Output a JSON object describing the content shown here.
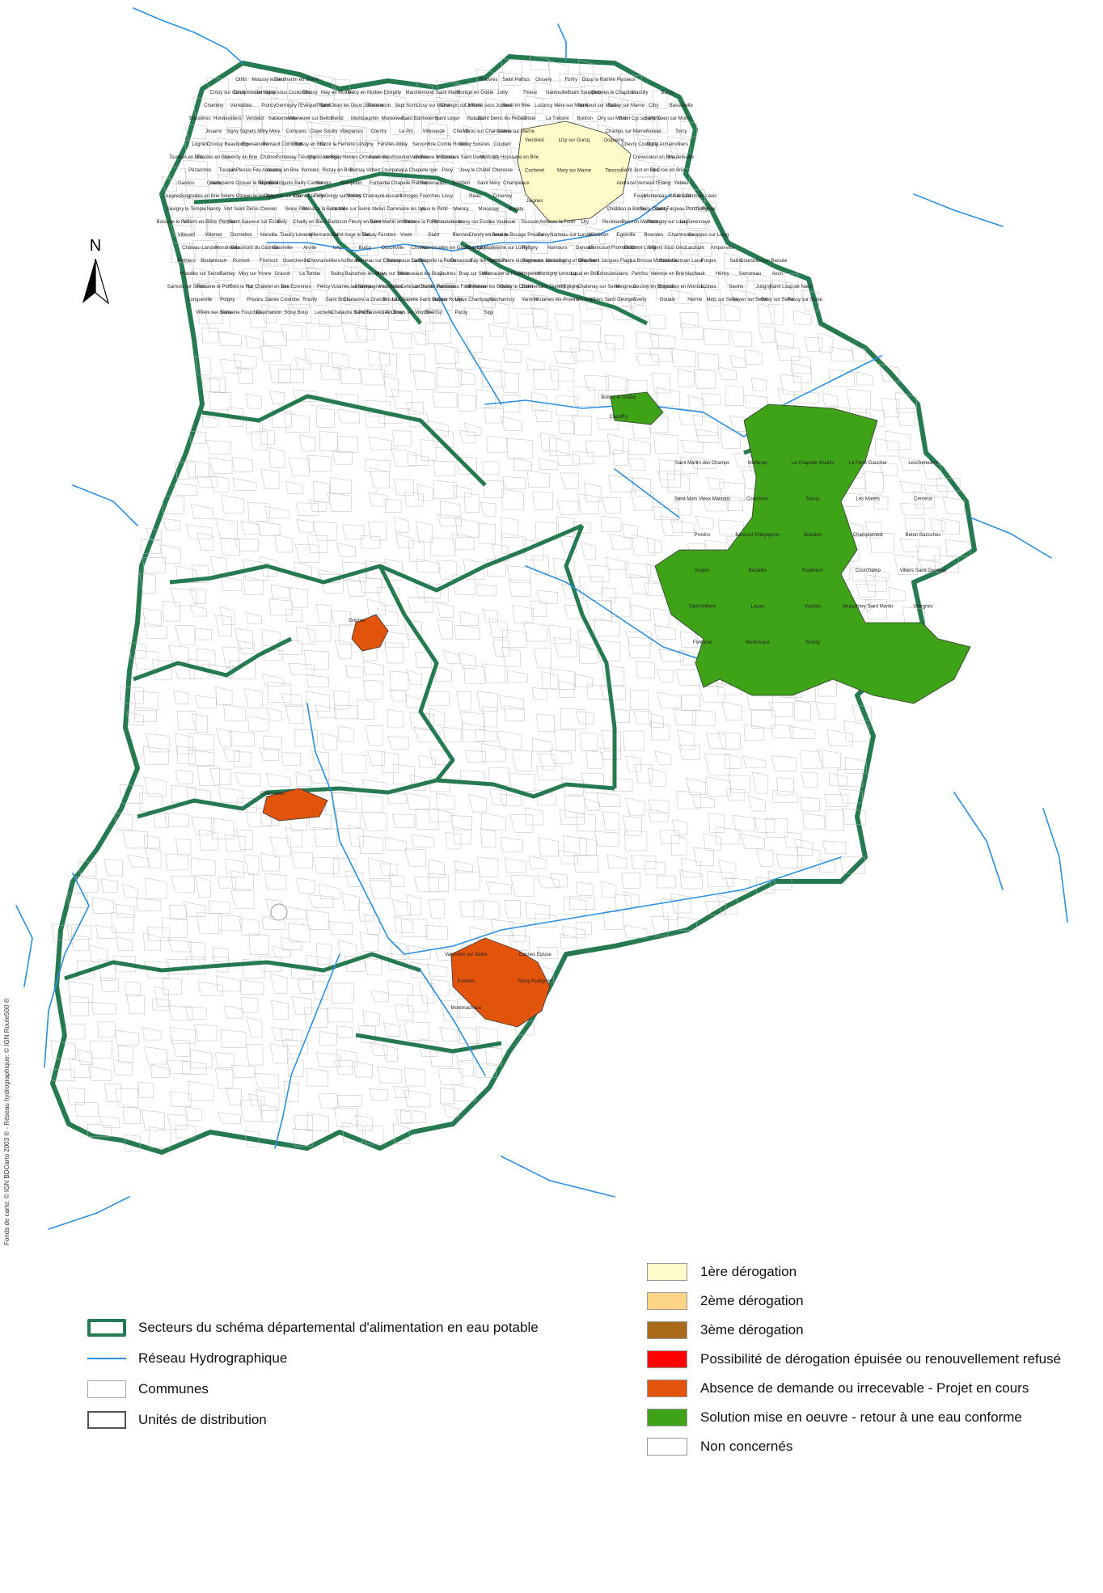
{
  "map": {
    "north_label": "N",
    "credit": "Fonds de carte: © IGN BDCarto 2003 ® - Réseau hydrographique: © IGN Route500 ®",
    "colors": {
      "sector_border": "#267a52",
      "river": "#2b8fe0",
      "commune_border": "#999999",
      "derogation_1": "#fffbc8",
      "derogation_2": "#fbd486",
      "derogation_3": "#a86a16",
      "derogation_exhausted": "#ff0000",
      "project_in_progress": "#e2540c",
      "solution_implemented": "#3fa318",
      "not_concerned": "#ffffff"
    },
    "communes": {
      "yellow": [
        "Vendrest",
        "Lizy sur Ourcq",
        "Ocquerre",
        "Cocherel",
        "Mary sur Marne",
        "Tancrou",
        "Jaignes"
      ],
      "green": [
        "Boissy le Châtel",
        "Chauffry",
        "Saint Martin des Champs",
        "Meilleray",
        "La Chapelle Moutils",
        "La Ferté Gaucher",
        "Leschenoilles",
        "Saint Mars Vieux Maisons",
        "Courtacon",
        "Sancy",
        "Les Marets",
        "Cerneux",
        "Provins",
        "Bannost Villegagnon",
        "Boisdon",
        "Champcenest",
        "Beton Bazoches",
        "Augers",
        "Bezalles",
        "Rupéreux",
        "Courchamp",
        "Villiers Saint Georges",
        "Saint Hilliers",
        "Louan",
        "Voulton",
        "Beauchery Saint Martin",
        "Villegruis",
        "Fontaine",
        "Montceaux",
        "Rouilly"
      ],
      "orange": [
        "Grignon",
        "Chartrettes",
        "Varennes sur Seine",
        "Cannes Ecluse",
        "Esmans",
        "Noisy Rudignon",
        "Montmachoux"
      ],
      "other": [
        "Othis",
        "Moussy le Neuf",
        "Dammartin en Goële",
        "Rouvres",
        "Saint Pathus",
        "Oissery",
        "Forfry",
        "Douy la Ramée",
        "Puisieux",
        "Crouy sur Ourcq",
        "Coulombs en Valois",
        "Germigny sous Coulombs",
        "Dhuisy",
        "May en Multien",
        "Trocy en Multien",
        "Etrépilly",
        "Marchémoret",
        "Saint Mard",
        "Montgé en Goële",
        "Juilly",
        "Thieux",
        "Nantouillet",
        "Saint Soupplets",
        "Gesvres le Chapitre",
        "Marcilly",
        "Barcy",
        "Chambry",
        "Varreddes",
        "Poincy",
        "Germigny l'Evêque",
        "Trilport",
        "Saint Jean les Deux Jumeaux",
        "Sammeron",
        "Sept Sorts",
        "Ussy sur Marne",
        "Changis sur Marne",
        "La Ferté sous Jouarre",
        "Reuil en Brie",
        "Luzancy",
        "Méry sur Marne",
        "Nanteuil sur Marne",
        "Saâcy sur Marne",
        "Citry",
        "Bassevelle",
        "Bussières",
        "Hondevilliers",
        "Verdelot",
        "Sablonnières",
        "Villeneuve sur Bellot",
        "Bellot",
        "Montdauphin",
        "Montolivet",
        "Saint Barthélémy",
        "Saint Léger",
        "Rebais",
        "Saint Denis lès Rebais",
        "Doue",
        "La Trétoire",
        "Boitron",
        "Orly sur Morin",
        "Saint Cyr sur Morin",
        "Saint Ouen sur Morin",
        "Jouarre",
        "Signy Signets",
        "Mitry Mory",
        "Compans",
        "Claye Souilly",
        "Villeparisis",
        "Courtry",
        "Le Pin",
        "Villevaudé",
        "Chelles",
        "Brou sur Chantereine",
        "Vaires sur Marne",
        "Champs sur Marne",
        "Noisiel",
        "Torcy",
        "Lognes",
        "Croissy Beaubourg",
        "Emerainville",
        "Pontault Combault",
        "Roissy en Brie",
        "Ozoir la Ferrière",
        "Lésigny",
        "Férolles Attilly",
        "Servon",
        "Brie Comte Robert",
        "Grisy Suisnes",
        "Coubert",
        "Chevry Cossigny",
        "Gretz Armainvilliers",
        "Tournan en Brie",
        "Presles en Brie",
        "Liverdy en Brie",
        "Châtres",
        "Fontenay Trésigny",
        "Marles en Brie",
        "Lumigny Nesles Ormeaux",
        "Favières",
        "Neufmoutiers en Brie",
        "Villeneuve le Comte",
        "Villeneuve Saint Denis",
        "Mortcerf",
        "La Houssaye en Brie",
        "Crèvecoeur en Brie",
        "Hautefeuille",
        "Pézarches",
        "Touquin",
        "Le Plessis Feu Aussoux",
        "Vaudoy en Brie",
        "Voinsles",
        "Rozay en Brie",
        "Bernay Vilbert",
        "Courpalay",
        "La Chapelle Iger",
        "Pécy",
        "Jouy le Châtel",
        "Chenoise",
        "Saint Just en Brie",
        "La Croix en Brie",
        "Gastins",
        "Quiers",
        "Aubepierre Ozouer le Repos",
        "Mormant",
        "Grandpuits Bailly Carrois",
        "Nangis",
        "Rampillon",
        "Fontains",
        "La Chapelle Rablais",
        "Fontenailles",
        "Bombon",
        "Saint Méry",
        "Champeaux",
        "Andrezel",
        "Verneuil l'Etang",
        "Yèbles",
        "Guignes",
        "Soignolles en Brie",
        "Solers",
        "Ozouer le Voulgis",
        "Chaumes en Brie",
        "Combs la Ville",
        "Evry Grégy sur Yerres",
        "Moissy Cramayel",
        "Lieusaint",
        "Limoges Fourches",
        "Lissy",
        "Réau",
        "Crisenoy",
        "Fouju",
        "Montereau sur le Jard",
        "Saint Germain Laxis",
        "Savigny le Temple",
        "Nandy",
        "Vert Saint Denis",
        "Cesson",
        "Seine Port",
        "Boissise la Bertrand",
        "Le Mée sur Seine",
        "Melun",
        "Dammarie les Lys",
        "Vaux le Pénil",
        "Maincy",
        "Moisenay",
        "Blandy",
        "Châtillon la Borde",
        "Sivry Courtry",
        "Saint Fargeau Ponthierry",
        "Pringy",
        "Boissise le Roi",
        "Villiers en Bière",
        "Perthes",
        "Saint Sauveur sur Ecole",
        "Cély",
        "Chailly en Bière",
        "Barbizon",
        "Fleury en Bière",
        "Saint Martin en Bière",
        "Arbonne la Forêt",
        "Fontainebleau",
        "Noisy sur Ecole",
        "Le Vaudoué",
        "Tousson",
        "Achères la Forêt",
        "Ury",
        "Recloses",
        "Bourron Marlotte",
        "Montigny sur Loing",
        "La Genevraye",
        "Villecerf",
        "Villemer",
        "Dormelles",
        "Nonville",
        "Treuzy Levelay",
        "Villemaréchal",
        "Saint Ange le Viel",
        "Thoury Férottes",
        "Voulx",
        "Diant",
        "Blennes",
        "Chevry en Sereine",
        "Lorrez le Bocage Préaux",
        "Paley",
        "Nanteau sur Lunain",
        "Villebéon",
        "Egreville",
        "Bransles",
        "Chaintreaux",
        "Souppes sur Loing",
        "Château Landon",
        "Mondreville",
        "Beaumont du Gâtinais",
        "Gironville",
        "Arville",
        "Ichy",
        "Burcy",
        "Obsonville",
        "Chenou",
        "Maisoncelles en Gâtinais",
        "Bougligny",
        "La Madeleine sur Loing",
        "Poligny",
        "Nemours",
        "Darvault",
        "Montcourt Fromonville",
        "Grez sur Loing",
        "Villiers sous Grez",
        "Larchant",
        "Amponville",
        "Buthiers",
        "Boulancourt",
        "Rumont",
        "Fromont",
        "Guercheville",
        "Chevrainvilliers",
        "Aufferville",
        "Nanteau sur Essonne",
        "Boissy aux Cailles",
        "La Chapelle la Reine",
        "Ormesson",
        "Faÿ lès Nemours",
        "Saint Pierre lès Nemours",
        "Bagneaux sur Loing",
        "Moret Loing et Orvanne",
        "Ville Saint Jacques",
        "Flagy",
        "La Brosse Montceaux",
        "Saint Germain Laval",
        "Forges",
        "Salins",
        "Courcelles en Bassée",
        "Marolles sur Seine",
        "Barbey",
        "Misy sur Yonne",
        "Gravon",
        "La Tombe",
        "Balloy",
        "Bazoches lès Bray",
        "Mouy sur Seine",
        "Mousseaux lès Bray",
        "Jaulnes",
        "Bray sur Seine",
        "Villenauxe la Petite",
        "Vimpelles",
        "Montigny Lencoup",
        "Laval en Brie",
        "Echouboulains",
        "Pamfou",
        "Valence en Brie",
        "Machault",
        "Héricy",
        "Samoreau",
        "Avon",
        "Samois sur Seine",
        "Fontaine le Port",
        "Bois le Roi",
        "Le Châtelet en Brie",
        "Les Ecrennes",
        "Féricy",
        "Vulaines sur Seine",
        "Champagne sur Seine",
        "Vernou la Celle sur Seine",
        "La Grande Paroisse",
        "Montereau Fault Yonne",
        "Villeneuve les Bordes",
        "Gurcy le Châtel",
        "Donnemarie Dontilly",
        "Egligny",
        "Chatenay sur Seine",
        "Meigneux",
        "Cessoy en Montois",
        "Sognolles en Montois",
        "Lizines",
        "Savins",
        "Jutigny",
        "Saint Loup de Naud",
        "Longueville",
        "Poigny",
        "Provins",
        "Sainte Colombe",
        "Rouilly",
        "Saint Brice",
        "Chalautre la Grande",
        "Sourdun",
        "La Chapelle Saint Sulpice",
        "Maison Rouge",
        "Vieux Champagne",
        "Cucharmoy",
        "Vanvillé",
        "Vulaines lès Provins",
        "Mortery",
        "Villiers Saint Georges",
        "Everly",
        "Gouaix",
        "Hermé",
        "Melz sur Seine",
        "Noyen sur Seine",
        "Grisy sur Seine",
        "Passy sur Seine",
        "Villiers sur Seine",
        "Fontaine Fourches",
        "Chalmaison",
        "Soisy Bouy",
        "Lechelle",
        "Chalautre la Petite",
        "Saint Sauveur lès Bray",
        "Les Ormes sur Voulzie",
        "Thénisy",
        "Paroy",
        "Sigy"
      ]
    }
  },
  "legend": {
    "categories": [
      {
        "label": "1ère dérogation",
        "color": "#fffbc8"
      },
      {
        "label": "2ème dérogation",
        "color": "#fbd486"
      },
      {
        "label": "3ème dérogation",
        "color": "#a86a16"
      },
      {
        "label": "Possibilité de dérogation épuisée ou renouvellement refusé",
        "color": "#ff0000"
      },
      {
        "label": "Absence de demande ou irrecevable - Projet en cours",
        "color": "#e2540c"
      },
      {
        "label": "Solution mise en oeuvre - retour à une eau conforme",
        "color": "#3fa318"
      },
      {
        "label": "Non concernés",
        "color": "#ffffff"
      }
    ],
    "symbols": [
      {
        "label": "Secteurs du schéma départemental d'alimentation en eau potable",
        "icon": "sector-border-icon"
      },
      {
        "label": "Réseau Hydrographique",
        "icon": "river-line-icon"
      },
      {
        "label": "Communes",
        "icon": "commune-border-icon"
      },
      {
        "label": "Unités de distribution",
        "icon": "distribution-unit-icon"
      }
    ]
  }
}
